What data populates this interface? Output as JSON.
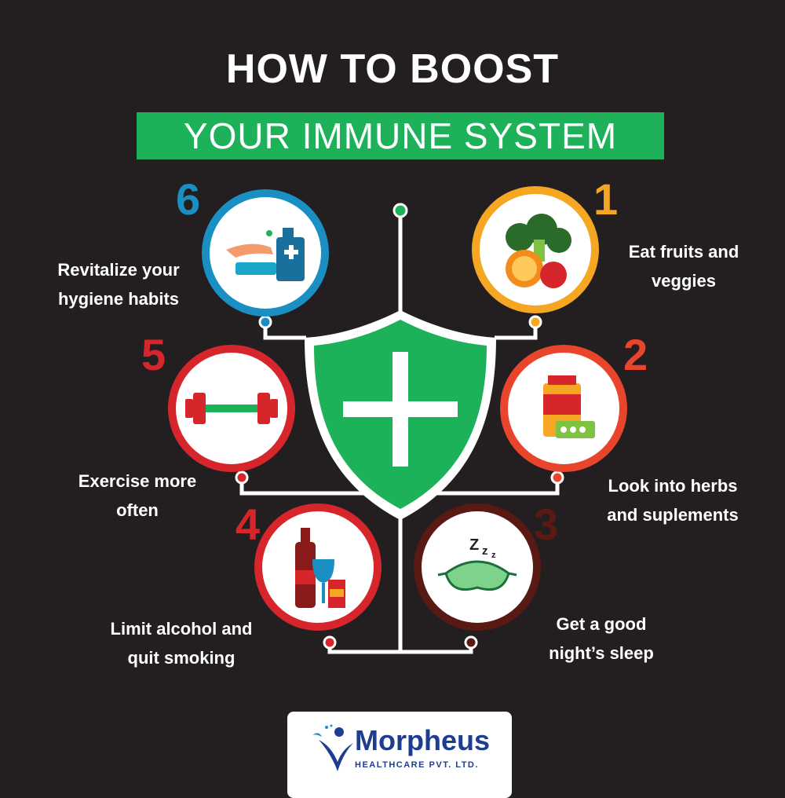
{
  "header": {
    "title": "HOW TO BOOST",
    "subtitle": "YOUR IMMUNE SYSTEM"
  },
  "tips": [
    {
      "number": "1",
      "line1": "Eat fruits and",
      "line2": "veggies",
      "icon": "fruits-veggies-icon",
      "color": "#f5a623"
    },
    {
      "number": "2",
      "line1": "Look into herbs",
      "line2": "and suplements",
      "icon": "supplements-icon",
      "color": "#e8452c"
    },
    {
      "number": "3",
      "line1": "Get a good",
      "line2": "night’s sleep",
      "icon": "sleep-mask-icon",
      "color": "#5a1a14"
    },
    {
      "number": "4",
      "line1": "Limit alcohol and",
      "line2": "quit smoking",
      "icon": "alcohol-cigarette-icon",
      "color": "#d7262b"
    },
    {
      "number": "5",
      "line1": "Exercise more",
      "line2": "often",
      "icon": "dumbbell-icon",
      "color": "#d7262b"
    },
    {
      "number": "6",
      "line1": "Revitalize your",
      "line2": "hygiene habits",
      "icon": "hand-sanitizer-icon",
      "color": "#1a8fc2"
    }
  ],
  "center_icon": "shield-plus-icon",
  "logo": {
    "name": "Morpheus",
    "tagline": "HEALTHCARE PVT. LTD."
  },
  "colors": {
    "background": "#231f20",
    "banner": "#1db25a",
    "shield": "#1db25a"
  }
}
